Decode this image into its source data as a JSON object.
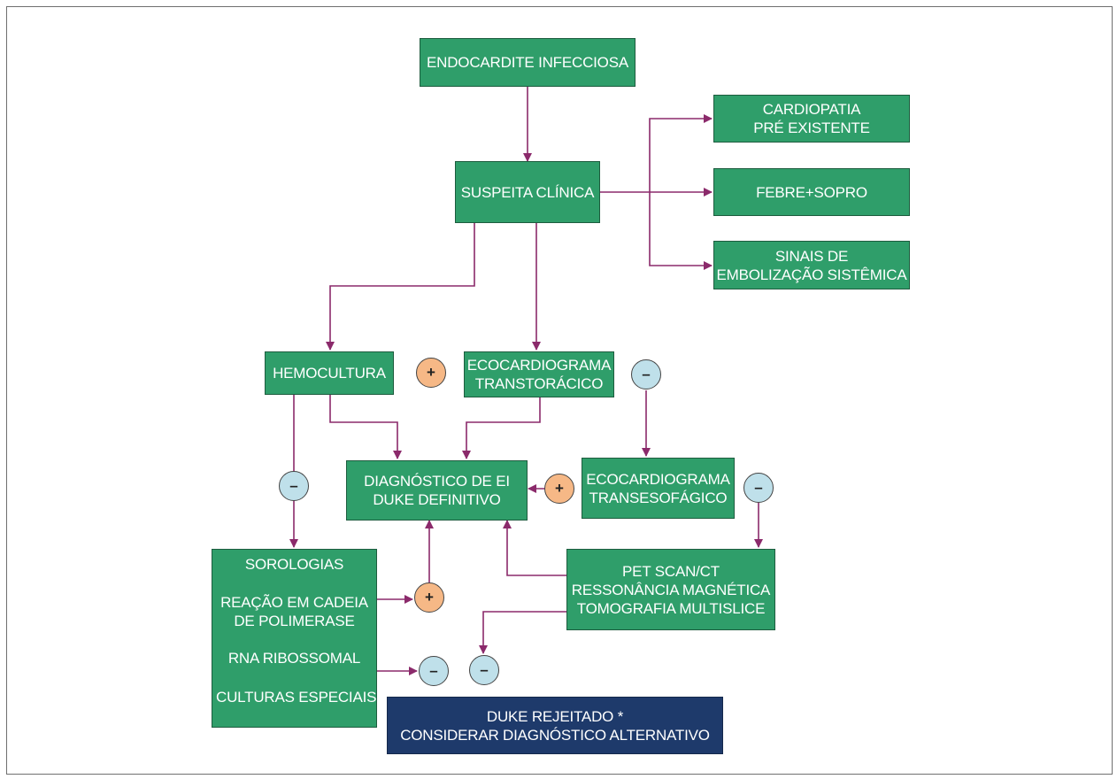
{
  "nodes": {
    "endocardite": "ENDOCARDITE INFECCIOSA",
    "suspeita": "SUSPEITA CLÍNICA",
    "cardiopatia": [
      "CARDIOPATIA",
      "PRÉ EXISTENTE"
    ],
    "febre": "FEBRE+SOPRO",
    "sinais": [
      "SINAIS DE",
      "EMBOLIZAÇÃO SISTÊMICA"
    ],
    "hemocultura": "HEMOCULTURA",
    "eco_tt": [
      "ECOCARDIOGRAMA",
      "TRANSTORÁCICO"
    ],
    "diagnostico": [
      "DIAGNÓSTICO DE EI",
      "DUKE DEFINITIVO"
    ],
    "eco_te": [
      "ECOCARDIOGRAMA",
      "TRANSESOFÁGICO"
    ],
    "sorologias": "SOROLOGIAS",
    "reacao": [
      "REAÇÃO EM CADEIA",
      "DE POLIMERASE"
    ],
    "rna": "RNA RIBOSSOMAL",
    "culturas": "CULTURAS ESPECIAIS",
    "pet": [
      "PET SCAN/CT",
      "RESSONÂNCIA MAGNÉTICA",
      "TOMOGRAFIA MULTISLICE"
    ],
    "duke_rejeitado": [
      "DUKE REJEITADO *",
      "CONSIDERAR DIAGNÓSTICO ALTERNATIVO"
    ]
  },
  "badges": {
    "plus": "+",
    "minus": "–"
  },
  "colors": {
    "box_fill": "#2f9e6a",
    "box_dark": "#1e3a6b",
    "arrow": "#8b2a6b",
    "plus_badge": "#f6b886",
    "minus_badge": "#bfe0ea"
  }
}
